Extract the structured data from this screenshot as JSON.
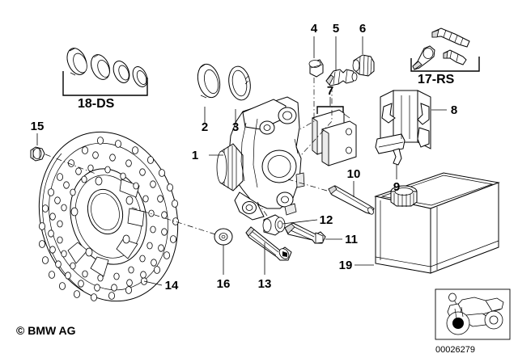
{
  "document": {
    "type": "parts-diagram",
    "subject": "Motorcycle front brake caliper, brake disc and brake fluid",
    "copyright": "© BMW AG",
    "part_number": "00026279",
    "background_color": "#ffffff",
    "line_color": "#000000"
  },
  "callouts": [
    {
      "id": "1",
      "label": "1",
      "part": "brake-caliper-body"
    },
    {
      "id": "2",
      "label": "2",
      "part": "piston-seal-ring"
    },
    {
      "id": "3",
      "label": "3",
      "part": "dust-boot-retaining-ring"
    },
    {
      "id": "4",
      "label": "4",
      "part": "bleeder-cap"
    },
    {
      "id": "5",
      "label": "5",
      "part": "bleeder-valve"
    },
    {
      "id": "6",
      "label": "6",
      "part": "banjo-screw"
    },
    {
      "id": "7",
      "label": "7",
      "part": "brake-pad-set"
    },
    {
      "id": "8",
      "label": "8",
      "part": "pad-spring-retainer"
    },
    {
      "id": "9",
      "label": "9",
      "part": "retaining-pin"
    },
    {
      "id": "10",
      "label": "10",
      "part": "guide-pin"
    },
    {
      "id": "11",
      "label": "11",
      "part": "hex-bolt"
    },
    {
      "id": "12",
      "label": "12",
      "part": "bushing"
    },
    {
      "id": "13",
      "label": "13",
      "part": "socket-head-bolt"
    },
    {
      "id": "14",
      "label": "14",
      "part": "brake-disc"
    },
    {
      "id": "15",
      "label": "15",
      "part": "disc-mounting-nut"
    },
    {
      "id": "16",
      "label": "16",
      "part": "washer"
    },
    {
      "id": "19",
      "label": "19",
      "part": "brake-fluid-canister"
    }
  ],
  "group_labels": [
    {
      "id": "18-DS",
      "label": "18-DS",
      "part": "piston-and-seal-repair-kit",
      "item_count": 4
    },
    {
      "id": "17-RS",
      "label": "17-RS",
      "part": "caliper-repair-set-with-tool",
      "item_count": 3
    }
  ],
  "legend": {
    "copyright_text": "© BMW AG",
    "part_number_text": "00026279",
    "vehicle_icon": "motorcycle-icon",
    "highlight_marker": "front-wheel-highlight-dot"
  }
}
